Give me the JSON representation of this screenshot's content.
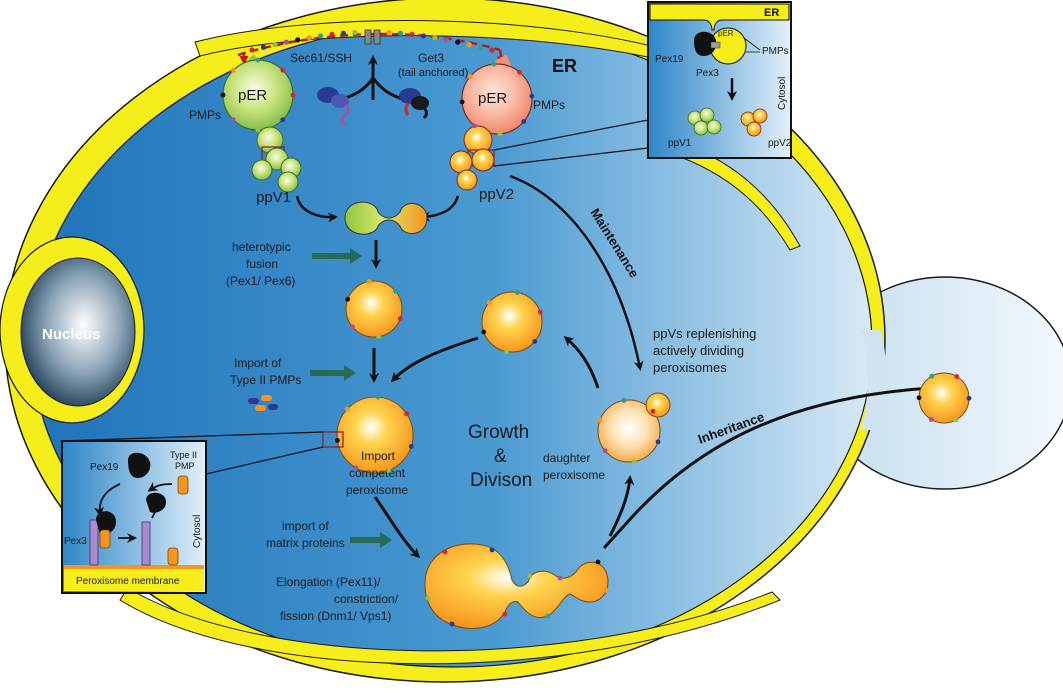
{
  "labels": {
    "er": "ER",
    "er_inset": "ER",
    "nucleus": "Nucleus",
    "sec61": "Sec61/SSH",
    "get3": "Get3",
    "tail_anchored": "(tail anchored)",
    "per": "pER",
    "per_inset": "pER",
    "pmps": "PMPs",
    "ppv1": "ppV1",
    "ppv2": "ppV2",
    "pex19": "Pex19",
    "pex3": "Pex3",
    "cytosol": "Cytosol",
    "heterotypic_fusion": [
      "heterotypic",
      "fusion",
      "(Pex1/ Pex6)"
    ],
    "import_type2": [
      "Import of",
      "Type II PMPs"
    ],
    "import_competent": [
      "Import",
      "competent",
      "peroxisome"
    ],
    "import_matrix": [
      "import of",
      "matrix proteins"
    ],
    "elongation": [
      "Elongation (Pex11)/",
      "constriction/",
      "fission (Dnm1/ Vps1)"
    ],
    "growth_division": [
      "Growth",
      "&",
      "Divison"
    ],
    "daughter": [
      "daughter",
      "peroxisome"
    ],
    "maintenance": "Maintenance",
    "replenish": [
      "ppVs replenishing",
      "actively dividing",
      "peroxisomes"
    ],
    "inheritance": "Inheritance",
    "type2_pmp": [
      "Type II",
      "PMP"
    ],
    "peroxisome_membrane": "Peroxisome membrane"
  },
  "colors": {
    "cell_blue": "#2e86c8",
    "er_yellow": "#f6ee1a",
    "peroxisome_orange": "#f7a21b",
    "per_green": "#8cc63f",
    "per_pink": "#f4907a",
    "arrow_green": "#256b55",
    "dark": "#111111"
  }
}
